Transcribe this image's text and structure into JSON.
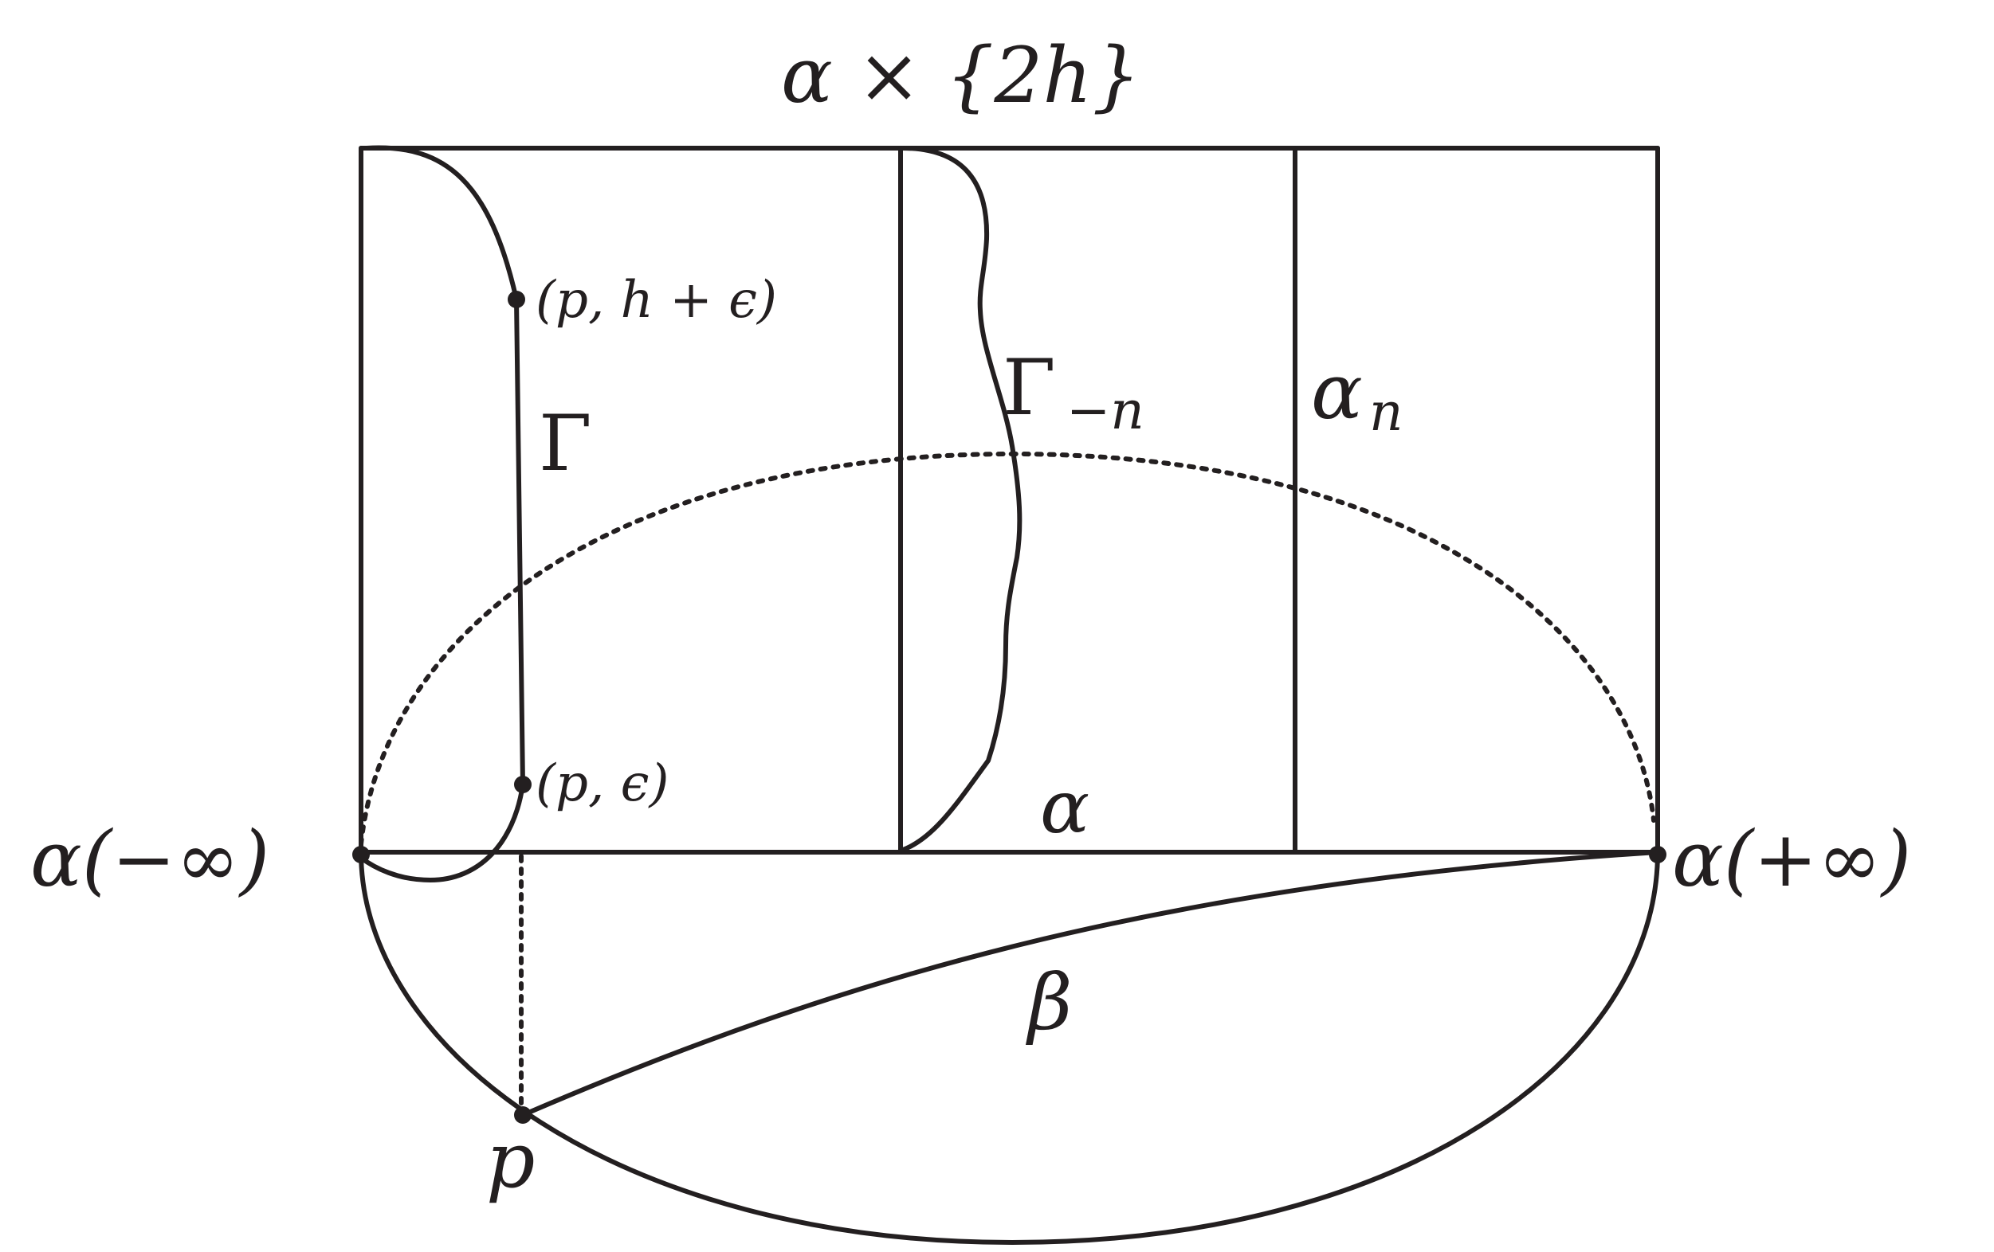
{
  "diagram": {
    "top_label": "α × {2h}",
    "labels": {
      "gamma": "Γ",
      "gamma_minus_n": "Γ",
      "gamma_minus_n_sub": "−n",
      "alpha_n": "α",
      "alpha_n_sub": "n",
      "alpha": "α",
      "beta": "β",
      "p": "p",
      "point_upper": "(p, h + ϵ)",
      "point_lower": "(p, ϵ)",
      "alpha_minus_inf": "α(−∞)",
      "alpha_plus_inf": "α(+∞)"
    },
    "colors": {
      "ink": "#231f20",
      "background": "#ffffff"
    }
  }
}
